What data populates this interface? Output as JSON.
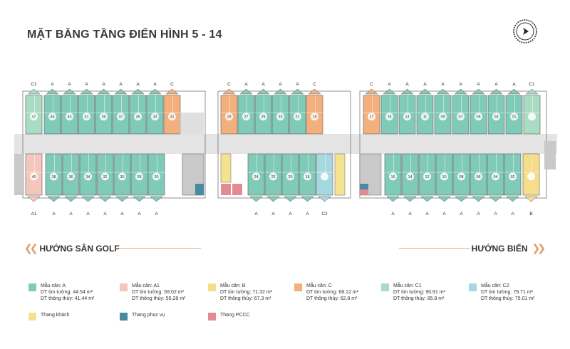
{
  "title": "MẶT BẰNG TẦNG ĐIỂN HÌNH 5 - 14",
  "directions": {
    "left": "HƯỚNG  SÂN GOLF",
    "right": "HƯỚNG BIỂN"
  },
  "colors": {
    "A": "#7fcbb8",
    "A1": "#f4c6bd",
    "B": "#f6dd8a",
    "C": "#f3b07d",
    "C1": "#a9dcc2",
    "C2": "#a6d8e0",
    "thang_khach": "#f4e28f",
    "thang_phuc_vu": "#4a8aa0",
    "thang_pccc": "#e48a93",
    "corridor": "#e4e4e4",
    "service": "#c9c9c9",
    "accent": "#e39a6b"
  },
  "top_labels": {
    "left": [
      "C1",
      "A",
      "A",
      "A",
      "A",
      "A",
      "A",
      "A",
      "C"
    ],
    "middle": [
      "C",
      "A",
      "A",
      "A",
      "A",
      "C"
    ],
    "right": [
      "C",
      "A",
      "A",
      "A",
      "A",
      "A",
      "A",
      "A",
      "A",
      "C1"
    ]
  },
  "bottom_labels": {
    "left": [
      "A1",
      "A",
      "A",
      "A",
      "A",
      "A",
      "A",
      "A"
    ],
    "middle": [
      "A",
      "A",
      "A",
      "A",
      "C2"
    ],
    "right": [
      "A",
      "A",
      "A",
      "A",
      "A",
      "A",
      "A",
      "A",
      "B"
    ]
  },
  "units": {
    "top_left": [
      "47",
      "45",
      "43",
      "41",
      "39",
      "37",
      "35",
      "33",
      "31"
    ],
    "top_middle": [
      "29",
      "27",
      "25",
      "23",
      "21",
      "19"
    ],
    "top_right": [
      "17",
      "15",
      "13",
      "11",
      "09",
      "07",
      "05",
      "03",
      "01"
    ],
    "bottom_left": [
      "40",
      "38",
      "36",
      "34",
      "32",
      "30",
      "28",
      "26"
    ],
    "bottom_middle": [
      "24",
      "22",
      "20",
      "18"
    ],
    "bottom_right": [
      "16",
      "14",
      "12",
      "10",
      "08",
      "06",
      "04",
      "02"
    ]
  },
  "legend": [
    {
      "key": "A",
      "label": "Mẫu căn: A",
      "area1": "DT tim tường: 44.54 m²",
      "area2": "DT thông thủy: 41.44 m²"
    },
    {
      "key": "A1",
      "label": "Mẫu căn: A1",
      "area1": "DT tim tường: 59.02 m²",
      "area2": "DT thông thủy: 55.28 m²"
    },
    {
      "key": "B",
      "label": "Mẫu căn: B",
      "area1": "DT tim tường: 71.32 m²",
      "area2": "DT thông thủy: 67.3 m²"
    },
    {
      "key": "C",
      "label": "Mẫu căn: C",
      "area1": "DT tim tường: 68.12 m²",
      "area2": "DT thông thủy: 62.8 m²"
    },
    {
      "key": "C1",
      "label": "Mẫu căn: C1",
      "area1": "DT tim tường: 90.91 m²",
      "area2": "DT thông thủy: 85.8 m²"
    },
    {
      "key": "C2",
      "label": "Mẫu căn: C2",
      "area1": "DT tim tường: 79.71 m²",
      "area2": "DT thông thủy: 75.01 m²"
    }
  ],
  "legend_extra": [
    {
      "key": "thang_khach",
      "label": "Thang khách"
    },
    {
      "key": "thang_phuc_vu",
      "label": "Thang phục vụ"
    },
    {
      "key": "thang_pccc",
      "label": "Thang PCCC"
    }
  ]
}
